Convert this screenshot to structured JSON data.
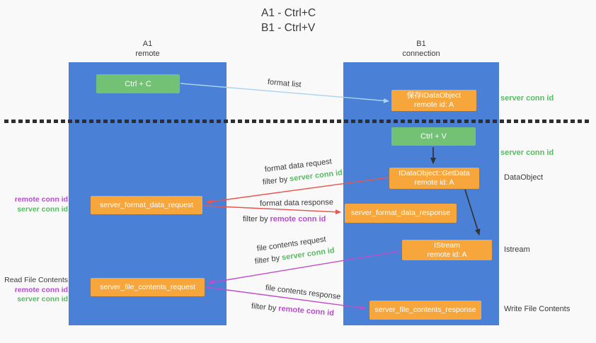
{
  "colors": {
    "bg": "#f9f9f9",
    "lane": "#4a80d5",
    "green_box": "#72c175",
    "orange_box": "#f6a63b",
    "red_arrow": "#e8564e",
    "purple_arrow": "#bf4fc6",
    "lightblue_arrow": "#a8d4f2",
    "green_text": "#57bb61",
    "purple_text": "#b44ecb"
  },
  "title": {
    "line1": "A1 - Ctrl+C",
    "line2": "B1 - Ctrl+V"
  },
  "lanes": {
    "left": {
      "id": "A1",
      "role": "remote"
    },
    "right": {
      "id": "B1",
      "role": "connection"
    }
  },
  "nodes": {
    "ctrl_c": {
      "label": "Ctrl + C"
    },
    "save_idataobject": {
      "line1": "保存IDataObject",
      "line2": "remote id: A"
    },
    "ctrl_v": {
      "label": "Ctrl + V"
    },
    "getdata": {
      "line1": "IDataObject::GetData",
      "line2": "remote id: A"
    },
    "format_request": {
      "label": "server_format_data_request"
    },
    "format_response": {
      "label": "server_format_data_response"
    },
    "istream": {
      "line1": "IStream",
      "line2": "remote id: A"
    },
    "file_request": {
      "label": "server_file_contents_request"
    },
    "file_response": {
      "label": "server_file_contents_response"
    }
  },
  "side_labels": {
    "server_conn_id_top": "server conn id",
    "server_conn_id_mid": "server conn id",
    "dataobject": "DataObject",
    "istream": "Istream",
    "write_file_contents": "Write File Contents",
    "read_file_contents": "Read File Contents",
    "format_ids": {
      "remote": "remote conn id",
      "server": "server conn id"
    },
    "file_ids": {
      "remote": "remote conn id",
      "server": "server conn id"
    }
  },
  "flow_labels": {
    "format_list": "format list",
    "format_data_request": "format data request",
    "format_data_request_filter": {
      "prefix": "filter by",
      "id": "server conn id"
    },
    "format_data_response": "format data response",
    "format_data_response_filter": {
      "prefix": "filter by",
      "id": "remote conn id"
    },
    "file_contents_request": "file contents request",
    "file_contents_request_filter": {
      "prefix": "filter by",
      "id": "server conn id"
    },
    "file_contents_response": "file contents response",
    "file_contents_response_filter": {
      "prefix": "filter by",
      "id": "remote conn id"
    }
  }
}
